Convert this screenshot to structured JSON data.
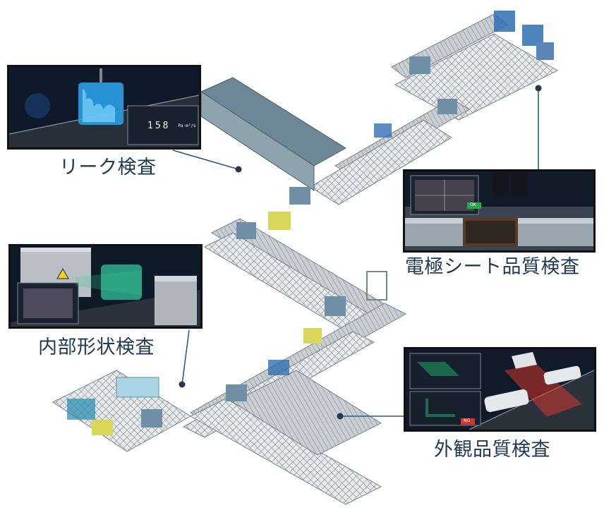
{
  "inspections": {
    "leak": {
      "label": "リーク検査",
      "reading_value": "158",
      "reading_unit": "Pa·m³/s"
    },
    "electrode": {
      "label": "電極シート品質検査",
      "status": "OK"
    },
    "internal": {
      "label": "内部形状検査"
    },
    "appearance": {
      "label": "外観品質検査",
      "status": "NG"
    }
  },
  "colors": {
    "label_text": "#1f3a55",
    "leader_line": "#2a5f7a",
    "leader_dot": "#1f3a55",
    "frame": "#111111",
    "machine_frame": "#9aa3ab",
    "machine_panel": "#5e7b8e",
    "safety_yellow": "#d8d75a",
    "equipment_blue": "#2f6fb3",
    "ok_green": "#2aa84a",
    "ng_red": "#d3352f"
  }
}
